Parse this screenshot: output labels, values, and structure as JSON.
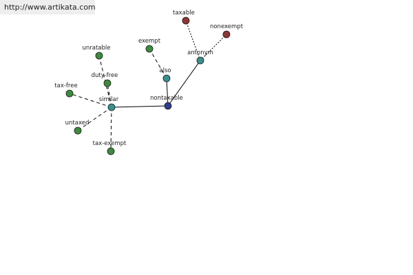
{
  "header": {
    "url": "http://www.artikata.com"
  },
  "colors": {
    "center": "#2f3d8f",
    "relation": "#3a8f8f",
    "term": "#3e8a3e",
    "antonym_term": "#8f3535",
    "edge": "#000000"
  },
  "graph": {
    "nodes": [
      {
        "id": "nontaxable",
        "label": "nontaxable",
        "kind": "center"
      },
      {
        "id": "similar",
        "label": "similar",
        "kind": "relation"
      },
      {
        "id": "also",
        "label": "also",
        "kind": "relation"
      },
      {
        "id": "antonym",
        "label": "antonym",
        "kind": "relation"
      },
      {
        "id": "unratable",
        "label": "unratable",
        "kind": "term"
      },
      {
        "id": "duty-free",
        "label": "duty-free",
        "kind": "term"
      },
      {
        "id": "tax-free",
        "label": "tax-free",
        "kind": "term"
      },
      {
        "id": "untaxed",
        "label": "untaxed",
        "kind": "term"
      },
      {
        "id": "tax-exempt",
        "label": "tax-exempt",
        "kind": "term"
      },
      {
        "id": "exempt",
        "label": "exempt",
        "kind": "term"
      },
      {
        "id": "taxable",
        "label": "taxable",
        "kind": "antonym_term"
      },
      {
        "id": "nonexempt",
        "label": "nonexempt",
        "kind": "antonym_term"
      }
    ],
    "edges": [
      {
        "from": "nontaxable",
        "to": "similar",
        "style": "solid"
      },
      {
        "from": "nontaxable",
        "to": "also",
        "style": "solid"
      },
      {
        "from": "nontaxable",
        "to": "antonym",
        "style": "solid"
      },
      {
        "from": "similar",
        "to": "unratable",
        "style": "dashed"
      },
      {
        "from": "similar",
        "to": "duty-free",
        "style": "dashed"
      },
      {
        "from": "similar",
        "to": "tax-free",
        "style": "dashed"
      },
      {
        "from": "similar",
        "to": "untaxed",
        "style": "dashed"
      },
      {
        "from": "similar",
        "to": "tax-exempt",
        "style": "dashed"
      },
      {
        "from": "also",
        "to": "exempt",
        "style": "dashed"
      },
      {
        "from": "antonym",
        "to": "taxable",
        "style": "dotted"
      },
      {
        "from": "antonym",
        "to": "nonexempt",
        "style": "dotted"
      }
    ]
  }
}
